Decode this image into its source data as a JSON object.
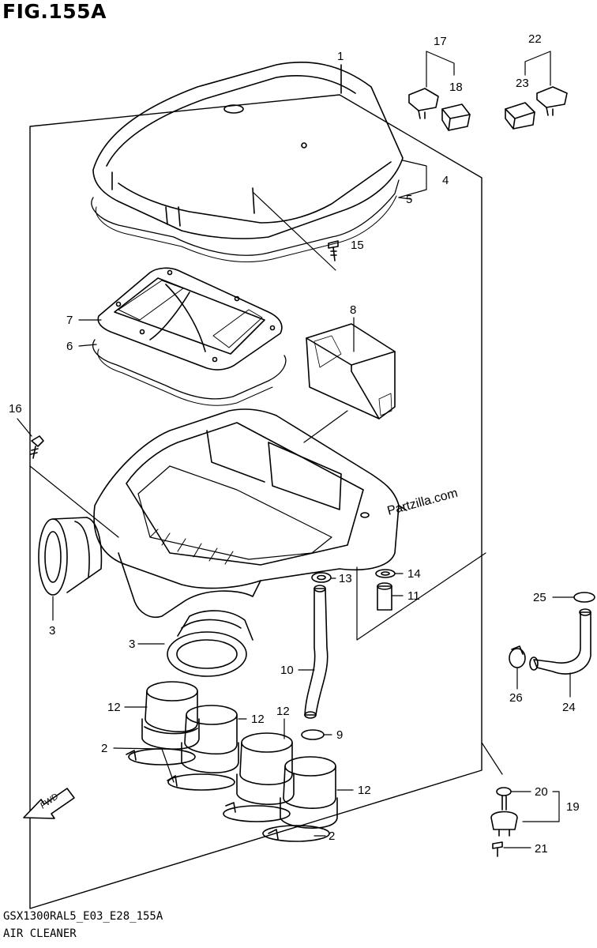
{
  "figure_title": "FIG.155A",
  "footer": {
    "code": "GSX1300RAL5_E03_E28_155A",
    "caption": "AIR CLEANER"
  },
  "watermark": "Partzilla.com",
  "fwd_badge": "FWD",
  "callouts": [
    {
      "id": "c1",
      "text": "1"
    },
    {
      "id": "c2a",
      "text": "2"
    },
    {
      "id": "c2b",
      "text": "2"
    },
    {
      "id": "c3a",
      "text": "3"
    },
    {
      "id": "c3b",
      "text": "3"
    },
    {
      "id": "c4",
      "text": "4"
    },
    {
      "id": "c5",
      "text": "5"
    },
    {
      "id": "c6",
      "text": "6"
    },
    {
      "id": "c7",
      "text": "7"
    },
    {
      "id": "c8",
      "text": "8"
    },
    {
      "id": "c9",
      "text": "9"
    },
    {
      "id": "c10",
      "text": "10"
    },
    {
      "id": "c11",
      "text": "11"
    },
    {
      "id": "c12a",
      "text": "12"
    },
    {
      "id": "c12b",
      "text": "12"
    },
    {
      "id": "c12c",
      "text": "12"
    },
    {
      "id": "c12d",
      "text": "12"
    },
    {
      "id": "c13",
      "text": "13"
    },
    {
      "id": "c14",
      "text": "14"
    },
    {
      "id": "c15",
      "text": "15"
    },
    {
      "id": "c16",
      "text": "16"
    },
    {
      "id": "c17",
      "text": "17"
    },
    {
      "id": "c18",
      "text": "18"
    },
    {
      "id": "c19",
      "text": "19"
    },
    {
      "id": "c20",
      "text": "20"
    },
    {
      "id": "c21",
      "text": "21"
    },
    {
      "id": "c22",
      "text": "22"
    },
    {
      "id": "c23",
      "text": "23"
    },
    {
      "id": "c24",
      "text": "24"
    },
    {
      "id": "c25",
      "text": "25"
    },
    {
      "id": "c26",
      "text": "26"
    }
  ]
}
